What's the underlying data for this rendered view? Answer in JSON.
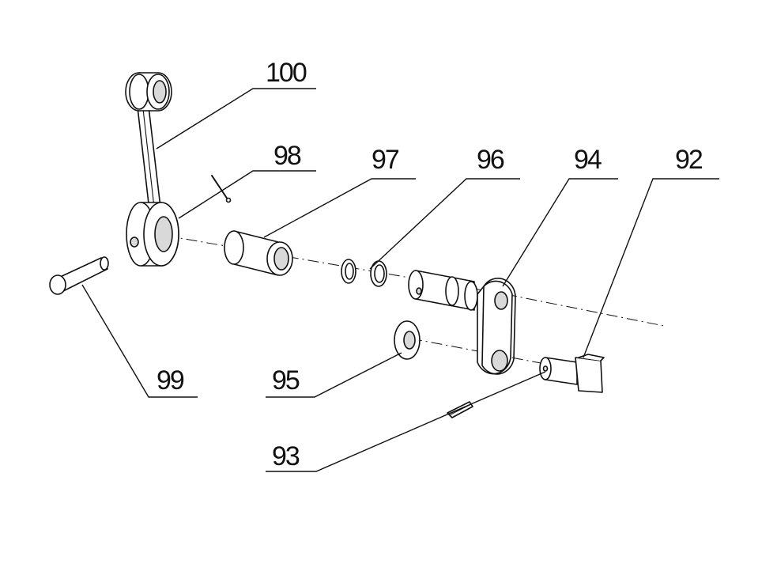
{
  "diagram": {
    "callouts": [
      {
        "key": "c100",
        "label": "100"
      },
      {
        "key": "c98",
        "label": "98"
      },
      {
        "key": "c97",
        "label": "97"
      },
      {
        "key": "c96",
        "label": "96"
      },
      {
        "key": "c94",
        "label": "94"
      },
      {
        "key": "c92",
        "label": "92"
      },
      {
        "key": "c99",
        "label": "99"
      },
      {
        "key": "c95",
        "label": "95"
      },
      {
        "key": "c93",
        "label": "93"
      }
    ]
  }
}
